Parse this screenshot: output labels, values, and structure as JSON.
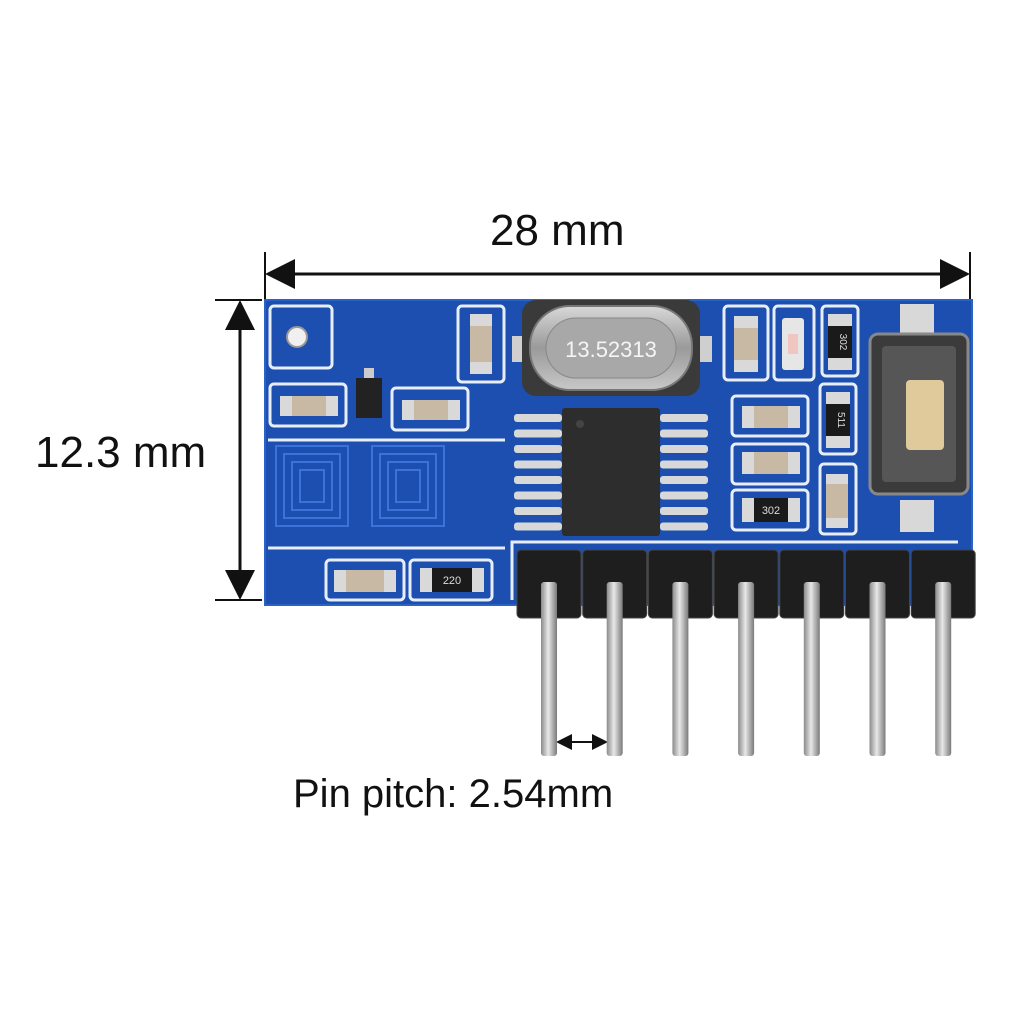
{
  "dimensions": {
    "width_label": "28 mm",
    "height_label": "12.3 mm",
    "pitch_label": "Pin pitch: 2.54mm"
  },
  "module": {
    "crystal_marking": "13.52313",
    "resistor_markings": [
      "302",
      "511",
      "302",
      "220"
    ],
    "pin_count": 7
  },
  "colors": {
    "pcb": "#1c4fb0",
    "silkscreen": "#e8eef8",
    "header": "#1a1a1a",
    "pins": "#b8b8b8"
  }
}
